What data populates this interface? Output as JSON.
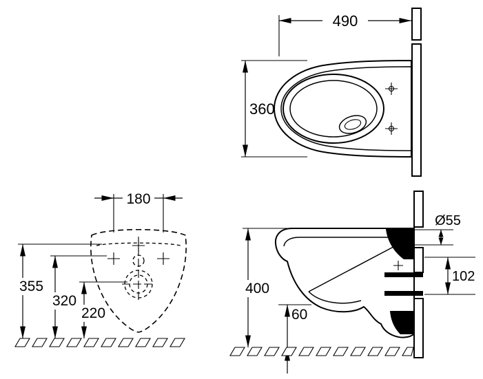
{
  "drawing": {
    "subject": "wall-hung-toilet-dimension-drawing",
    "background": "#ffffff",
    "line_color": "#000000",
    "dims": {
      "top": {
        "width": "490",
        "depth": "360"
      },
      "front": {
        "spacing": "180",
        "h355": "355",
        "h320": "320",
        "h220": "220"
      },
      "side": {
        "height": "400",
        "clearance": "60",
        "inlet_diameter": "Ø55",
        "outlet": "102"
      }
    }
  }
}
